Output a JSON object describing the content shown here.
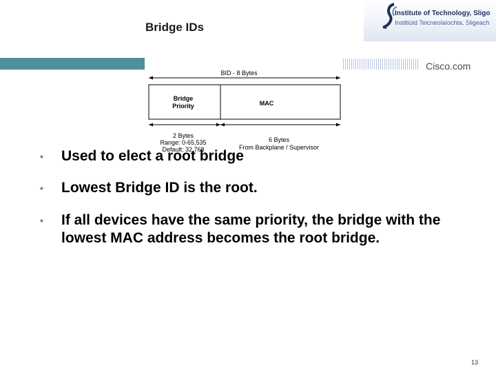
{
  "slide": {
    "title": "Bridge IDs",
    "page_number": "13"
  },
  "logo": {
    "line1": "Institute of Technology, Sligo",
    "line2": "Institiúid Teicneolaíochta, Sligeach",
    "icon": "institute-swirl-icon"
  },
  "brand": {
    "cisco": "Cisco.com"
  },
  "diagram": {
    "bid_label": "BID - 8 Bytes",
    "field1_line1": "Bridge",
    "field1_line2": "Priority",
    "field2": "MAC",
    "field1_size": "2 Bytes",
    "field1_range": "Range: 0-65,535",
    "field1_default": "Default: 32,768",
    "field2_size": "6 Bytes",
    "field2_source": "From Backplane / Supervisor"
  },
  "bullets": [
    "Used to elect a root bridge",
    "Lowest Bridge ID is the root.",
    "If all devices have the same priority, the bridge with the lowest MAC address becomes the root bridge."
  ],
  "colors": {
    "accent_teal": "#4f8f98",
    "logo_navy": "#1f2f5a"
  }
}
